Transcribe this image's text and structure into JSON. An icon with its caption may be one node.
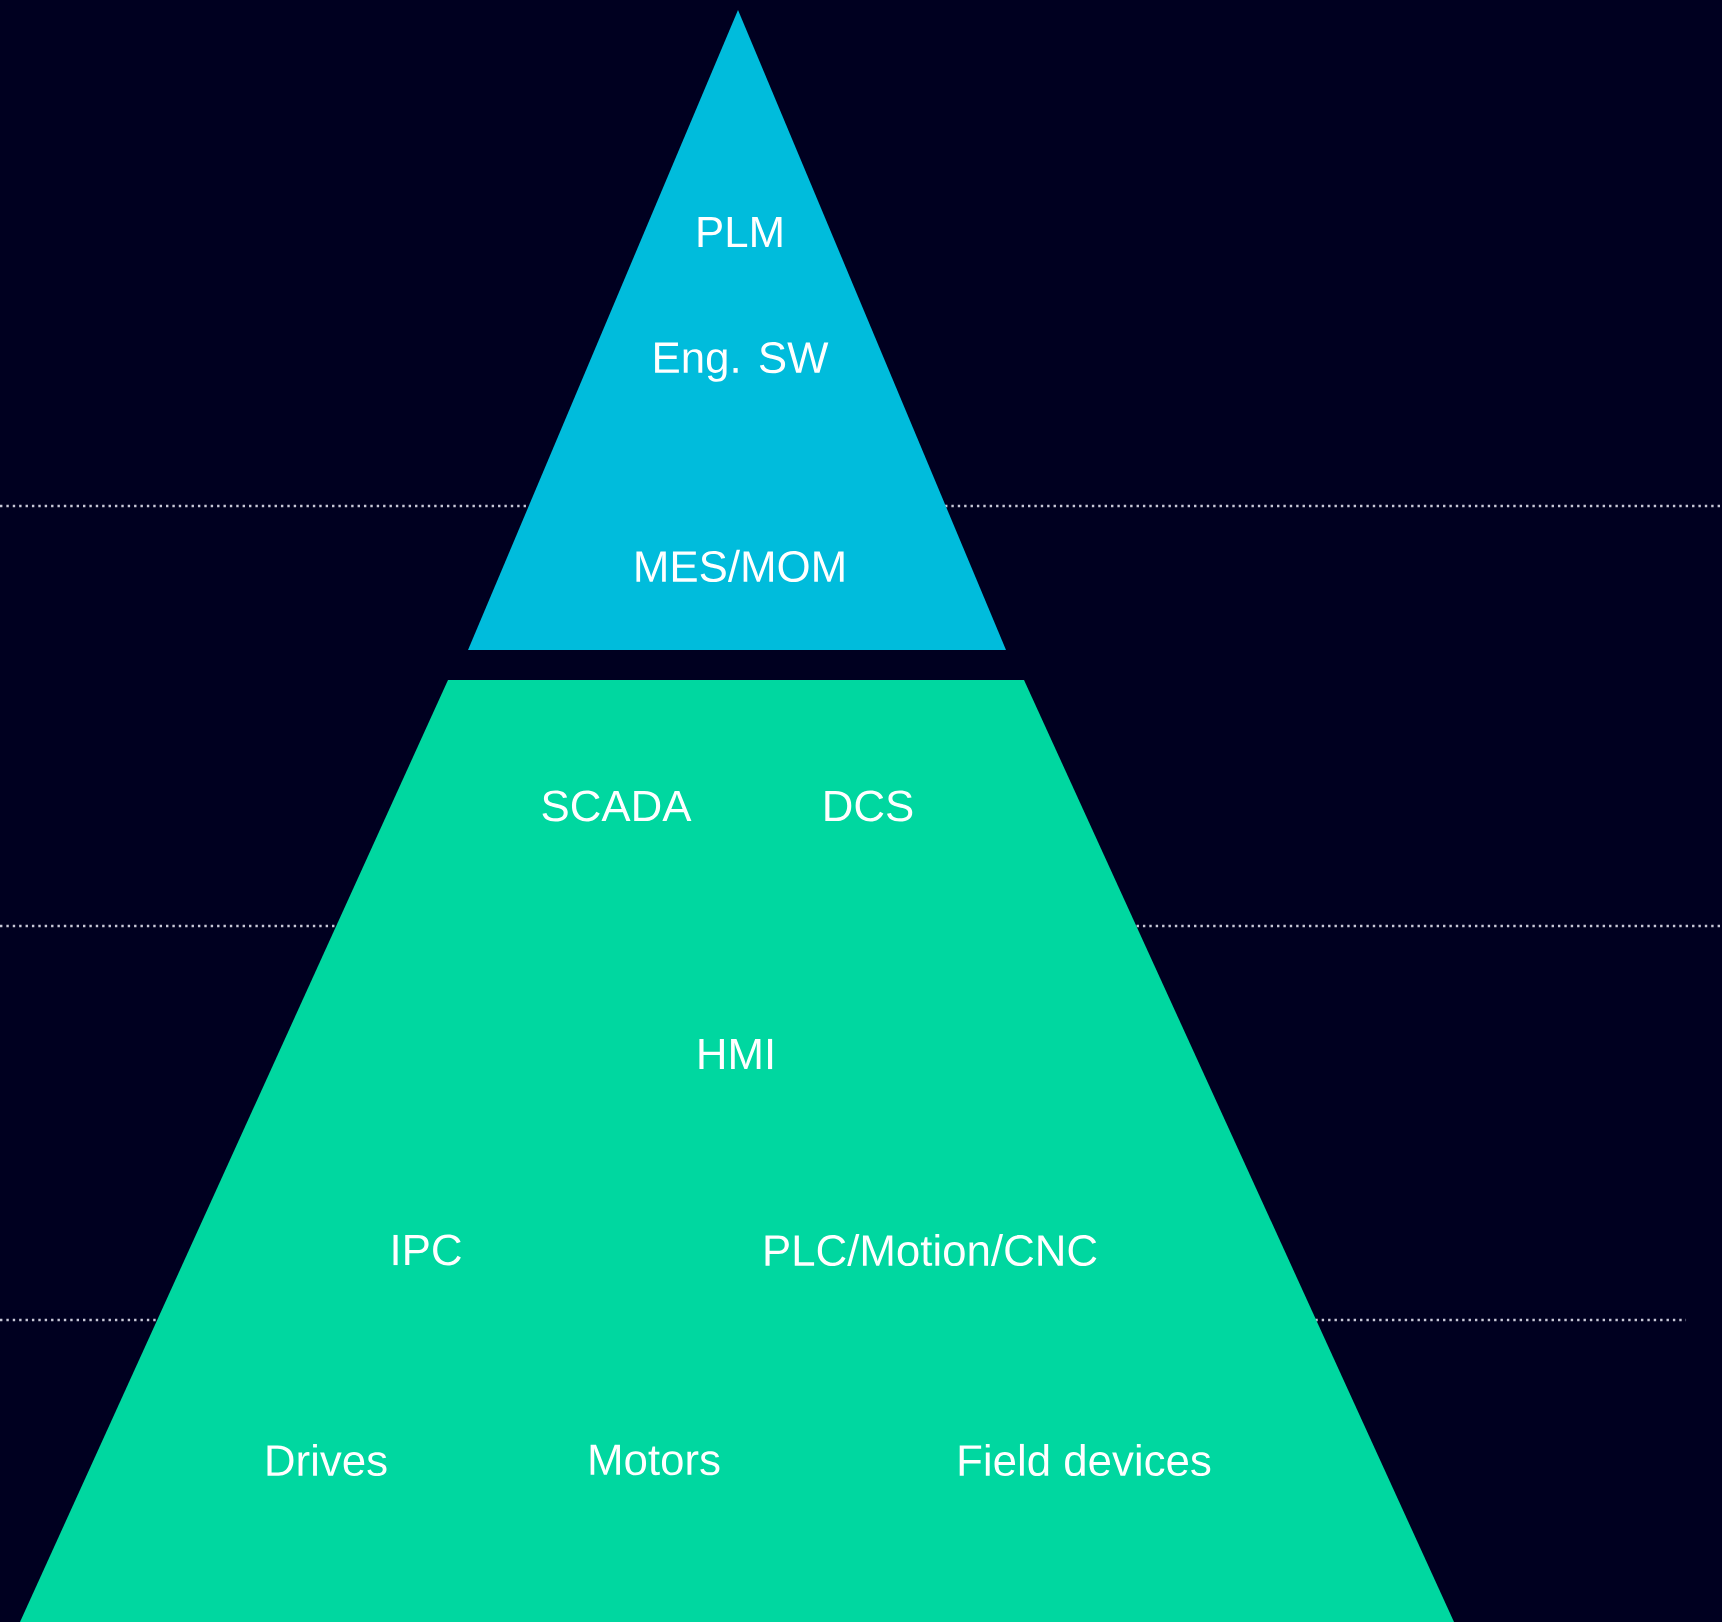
{
  "diagram": {
    "nodes": [
      {
        "text": [
          "PLM",
          "Eng. SW",
          "MES/MOM"
        ]
      },
      {
        "text": [
          "SCADA",
          "DCS",
          "HMI",
          "IPC",
          "PLC/Motion/CNC",
          "Drives",
          "Motors",
          "Field devices"
        ]
      }
    ],
    "edges": []
  }
}
